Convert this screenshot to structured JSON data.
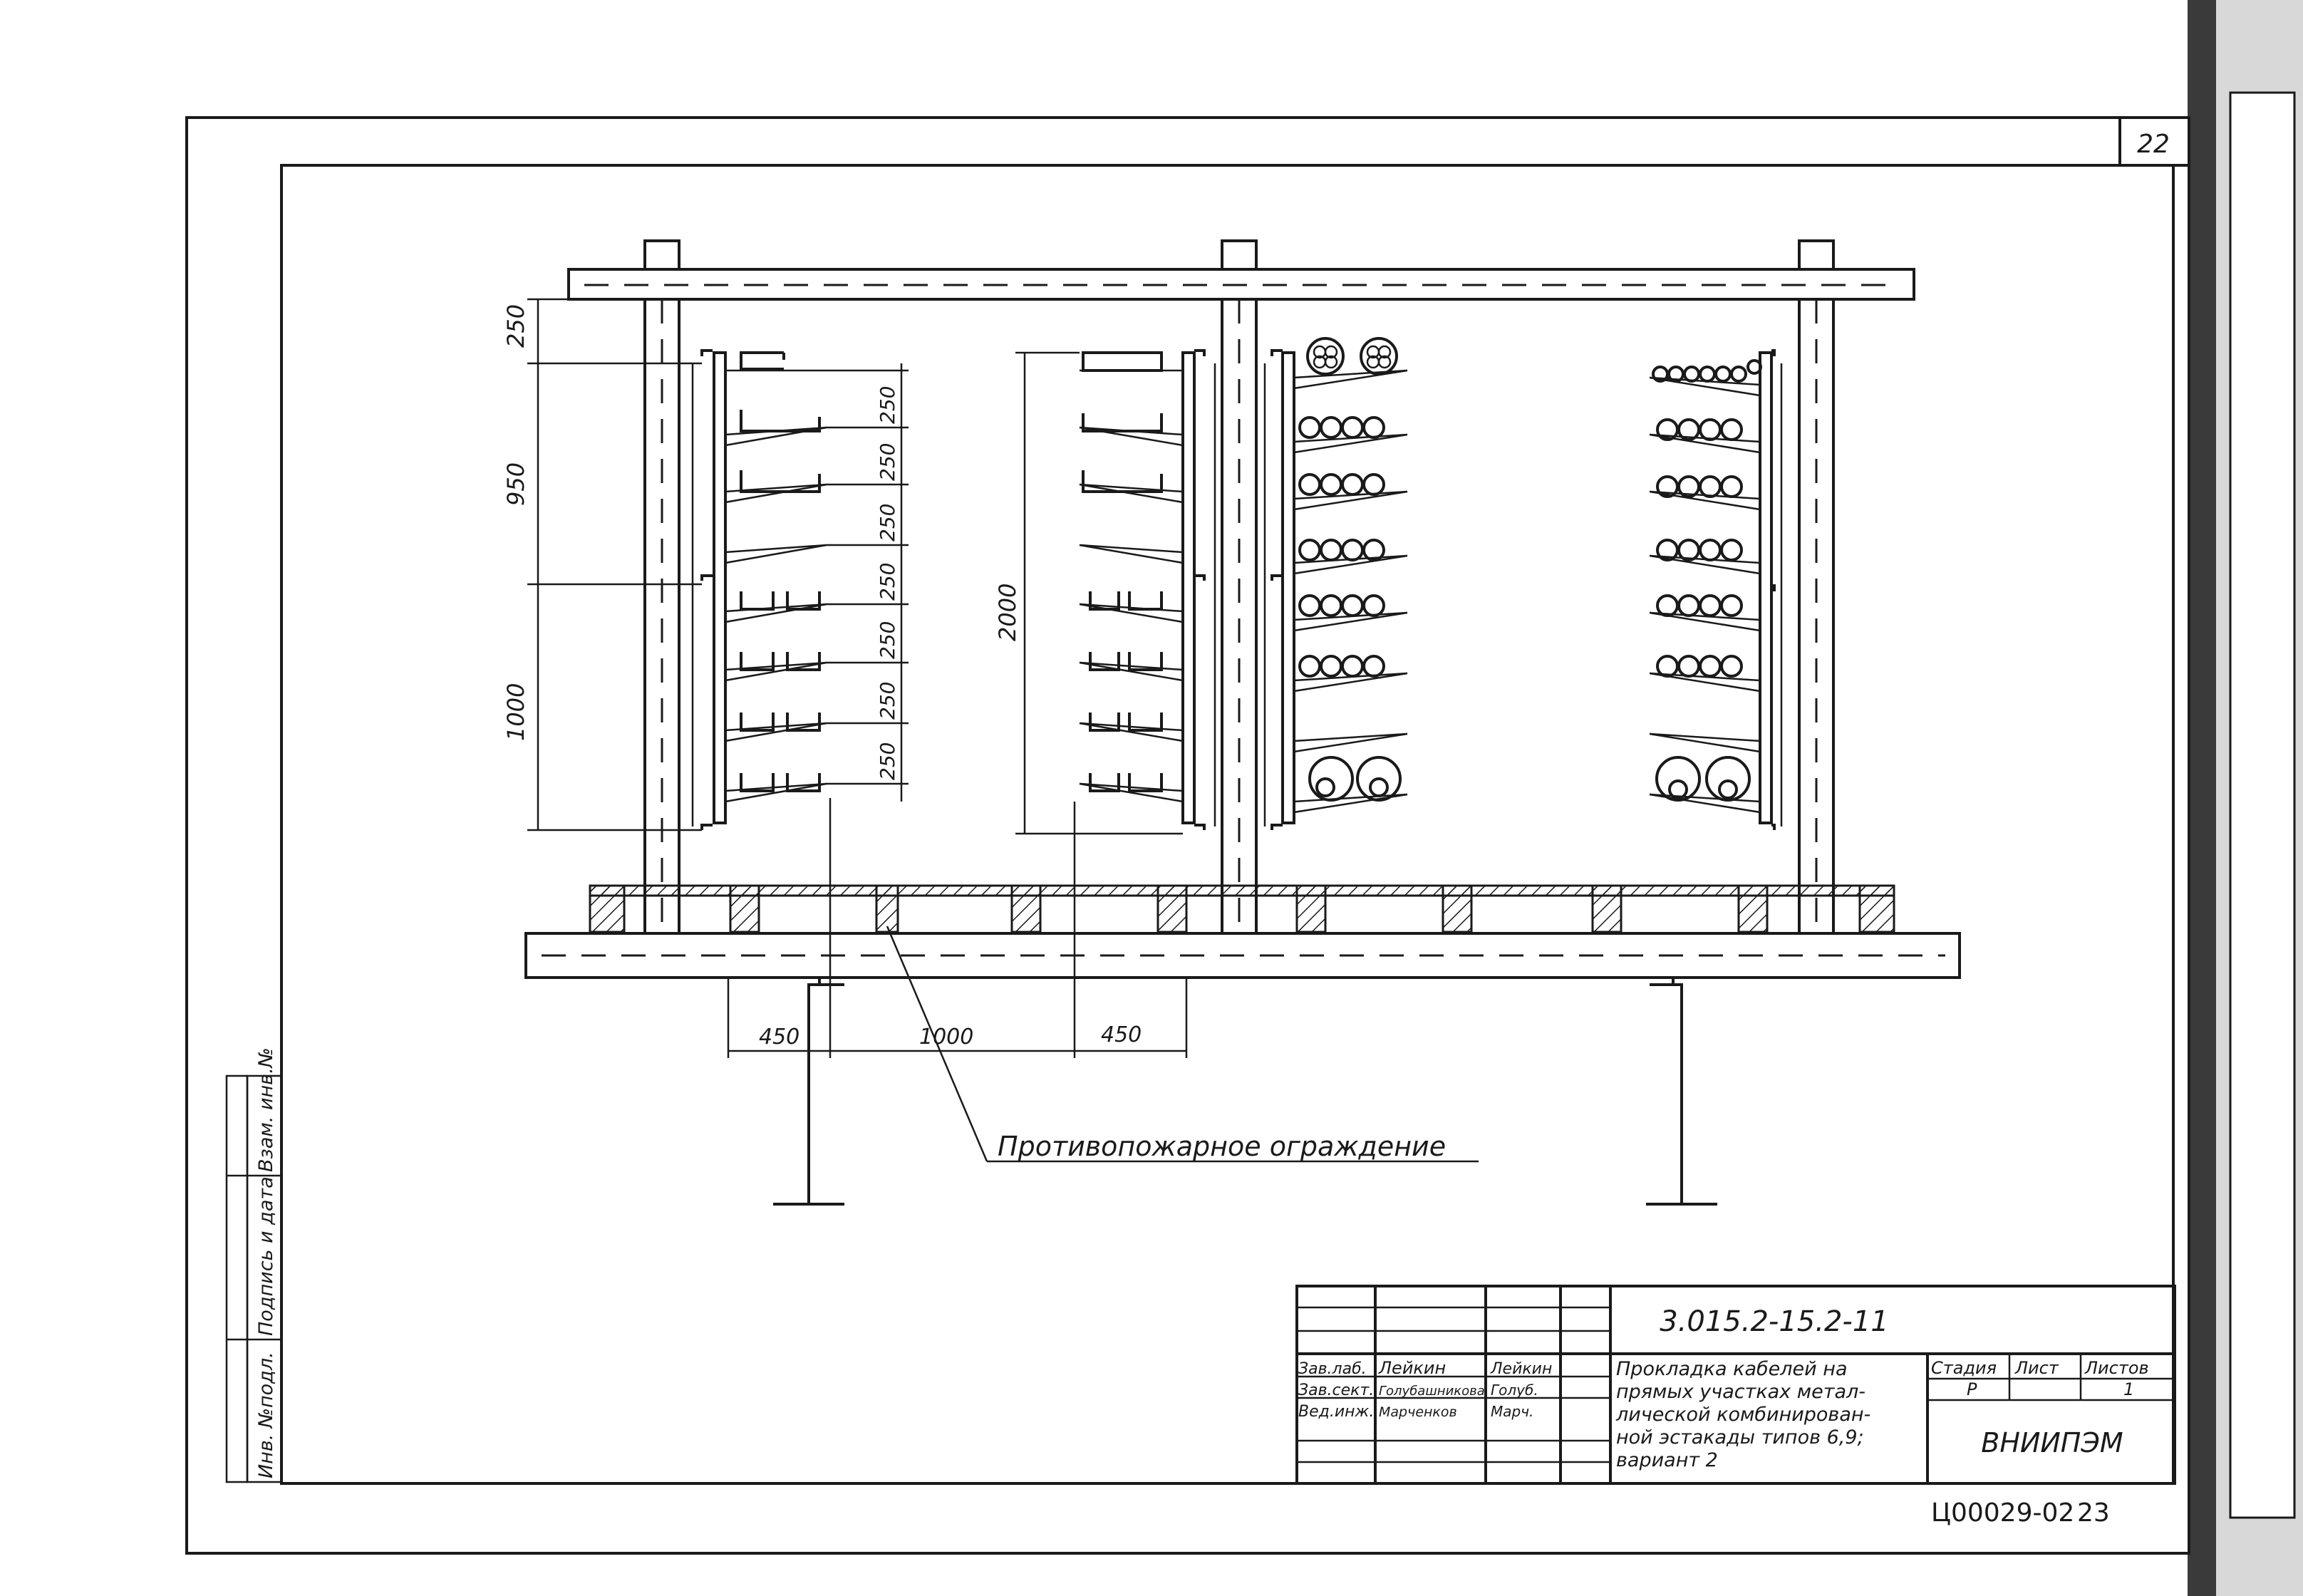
{
  "sheet": {
    "page_number": "22",
    "bottom_code": "Ц00029-02",
    "bottom_page": "23",
    "side_labels": [
      "Инв. №подл.",
      "Подпись и дата",
      "Взам. инв.№"
    ]
  },
  "drawing": {
    "dims_left": [
      "250",
      "950",
      "1000"
    ],
    "dims_shelves": [
      "250",
      "250",
      "250",
      "250",
      "250",
      "250",
      "250"
    ],
    "dim_mid": "2000",
    "dims_bottom": [
      "450",
      "1000",
      "450"
    ],
    "fire_barrier_label": "Противопожарное ограждение"
  },
  "title_block": {
    "roles": [
      "Зав.лаб.",
      "Зав.сект.",
      "Вед.инж."
    ],
    "names": [
      "Лейкин",
      "Голубашникова",
      "Марченков"
    ],
    "signatures": [
      "Лейкин",
      "Голуб.",
      "Марч."
    ],
    "doc_code": "3.015.2-15.2-11",
    "title_lines": [
      "Прокладка кабелей на",
      "прямых участках метал-",
      "лической комбинирован-",
      "ной эстакады типов 6,9;",
      "вариант 2"
    ],
    "stage_header": "Стадия",
    "sheet_header": "Лист",
    "sheets_header": "Листов",
    "stage": "Р",
    "sheet": "",
    "sheets": "1",
    "org": "ВНИИПЭМ"
  }
}
